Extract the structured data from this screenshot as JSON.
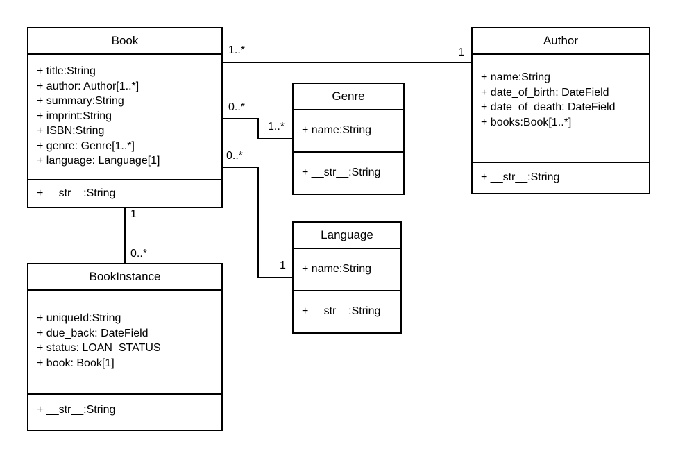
{
  "classes": {
    "book": {
      "name": "Book",
      "attributes": [
        "+ title:String",
        "+ author: Author[1..*]",
        "+ summary:String",
        "+ imprint:String",
        "+ ISBN:String",
        "+ genre: Genre[1..*]",
        "+ language: Language[1]"
      ],
      "methods": [
        "+ __str__:String"
      ]
    },
    "author": {
      "name": "Author",
      "attributes": [
        "+ name:String",
        "+ date_of_birth: DateField",
        "+ date_of_death: DateField",
        "+ books:Book[1..*]"
      ],
      "methods": [
        "+ __str__:String"
      ]
    },
    "genre": {
      "name": "Genre",
      "attributes": [
        "+ name:String"
      ],
      "methods": [
        "+ __str__:String"
      ]
    },
    "language": {
      "name": "Language",
      "attributes": [
        "+ name:String"
      ],
      "methods": [
        "+ __str__:String"
      ]
    },
    "bookinstance": {
      "name": "BookInstance",
      "attributes": [
        "+ uniqueId:String",
        "+ due_back: DateField",
        "+ status: LOAN_STATUS",
        "+ book: Book[1]"
      ],
      "methods": [
        "+ __str__:String"
      ]
    }
  },
  "associations": {
    "book_author": {
      "book_end": "1..*",
      "author_end": "1"
    },
    "book_genre": {
      "book_end": "0..*",
      "genre_end": "1..*"
    },
    "book_language": {
      "book_end": "0..*",
      "language_end": "1"
    },
    "book_bookinstance": {
      "book_end": "1",
      "bookinstance_end": "0..*"
    }
  }
}
